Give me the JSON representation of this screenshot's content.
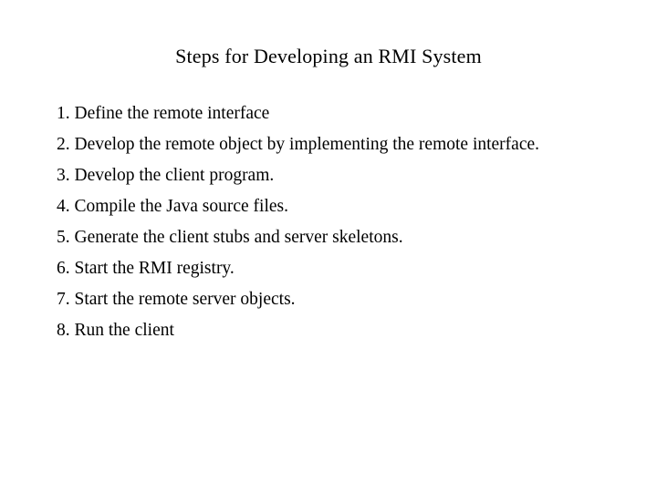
{
  "slide": {
    "title": "Steps for Developing an RMI System",
    "background_color": "#ffffff",
    "text_color": "#000000",
    "steps": [
      {
        "number": "1.",
        "text": "Define the remote interface"
      },
      {
        "number": "2.",
        "text": "Develop the remote object by implementing the remote interface."
      },
      {
        "number": "3.",
        "text": "Develop the client program."
      },
      {
        "number": "4.",
        "text": "Compile the Java source files."
      },
      {
        "number": "5.",
        "text": "Generate the client stubs and server skeletons."
      },
      {
        "number": "6.",
        "text": "Start the RMI registry."
      },
      {
        "number": "7.",
        "text": "Start the remote server objects."
      },
      {
        "number": "8.",
        "text": "Run the client"
      }
    ]
  }
}
